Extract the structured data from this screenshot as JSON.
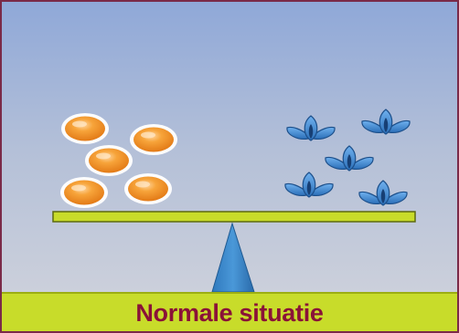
{
  "caption": "Normale situatie",
  "colors": {
    "frame": "#7a2a48",
    "background_top": "#8fa8d8",
    "background_bottom": "#d2d4dc",
    "bar": "#c8dc2a",
    "caption_text": "#8a1238",
    "fulcrum": "#3a86c8",
    "orange_item": "#f39a26",
    "blue_item": "#3d8ad6"
  },
  "scale": {
    "tilt": "level",
    "left_pan": {
      "item": "orange-oval-icon",
      "count": 5
    },
    "right_pan": {
      "item": "blue-flower-icon",
      "count": 5
    }
  }
}
